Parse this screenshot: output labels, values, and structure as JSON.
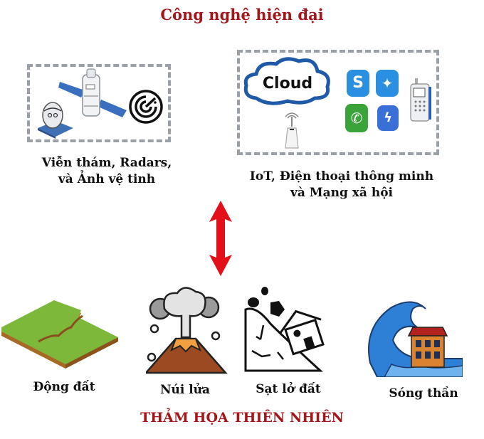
{
  "header": {
    "title": "Công nghệ hiện đại"
  },
  "technologies": [
    {
      "id": "remote-sensing",
      "label_line1": "Viễn thám, Radars,",
      "label_line2": "và Ảnh vệ tinh",
      "icons": [
        "ground-antenna-icon",
        "satellite-icon",
        "radar-icon"
      ]
    },
    {
      "id": "iot",
      "label_line1": "IoT, Điện thoại thông minh",
      "label_line2": "và Mạng xã hội",
      "cloud_text": "Cloud",
      "icons": [
        "cloud-icon",
        "wifi-router-icon",
        "skype-icon",
        "twitter-icon",
        "whatsapp-icon",
        "messenger-icon",
        "mobile-phone-icon"
      ]
    }
  ],
  "connector": {
    "icon": "double-arrow-vertical-icon",
    "color": "#e3101a"
  },
  "disasters": [
    {
      "id": "earthquake",
      "label": "Động đất",
      "icon": "earthquake-icon"
    },
    {
      "id": "volcano",
      "label": "Núi lửa",
      "icon": "volcano-icon"
    },
    {
      "id": "landslide",
      "label": "Sạt lở đất",
      "icon": "landslide-icon"
    },
    {
      "id": "tsunami",
      "label": "Sóng thần",
      "icon": "tsunami-icon"
    }
  ],
  "footer": {
    "title": "THẢM HỌA THIÊN NHIÊN"
  },
  "colors": {
    "title_red": "#a3161a",
    "arrow_red": "#e3101a",
    "dash_gray": "#9aa0a6"
  }
}
